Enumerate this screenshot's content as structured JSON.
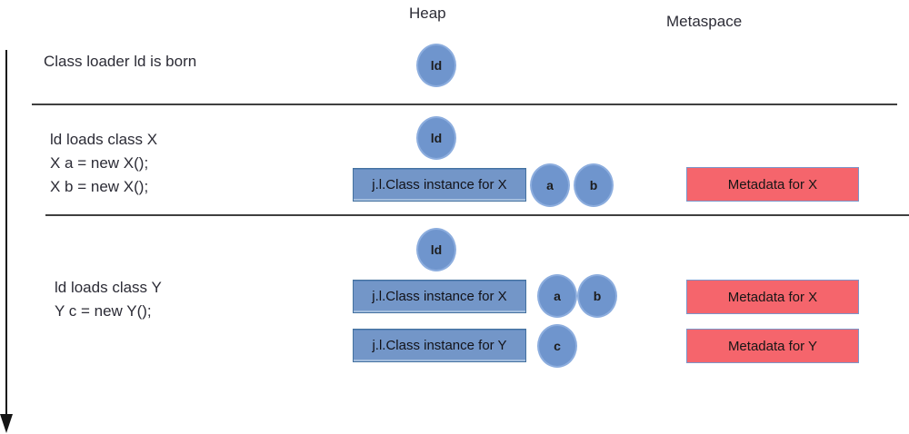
{
  "columns": {
    "heap": "Heap",
    "metaspace": "Metaspace"
  },
  "rows": {
    "row1": {
      "label": "Class loader ld is born",
      "loader": "ld"
    },
    "row2": {
      "label": "ld loads class X",
      "code_line1": "X a = new X();",
      "code_line2": "X b = new X();",
      "loader": "ld",
      "class_instance_box": "j.l.Class instance for X",
      "object_a": "a",
      "object_b": "b",
      "metadata_box": "Metadata for X"
    },
    "row3": {
      "label": "ld loads class Y",
      "code_line1": "Y c = new Y();",
      "loader": "ld",
      "class_instance_box_x": "j.l.Class instance for X",
      "class_instance_box_y": "j.l.Class instance for Y",
      "object_a": "a",
      "object_b": "b",
      "object_c": "c",
      "metadata_box_x": "Metadata for X",
      "metadata_box_y": "Metadata for Y"
    }
  },
  "colors": {
    "loader_circle_fill": "#6f95cd",
    "loader_circle_border": "#8cadde",
    "class_box_fill": "#7396c8",
    "class_box_border": "#44719f",
    "metadata_box_fill": "#f5656c",
    "metadata_box_border": "#7c95c9",
    "separator": "#3f3f3f",
    "text": "#2c2c36"
  }
}
